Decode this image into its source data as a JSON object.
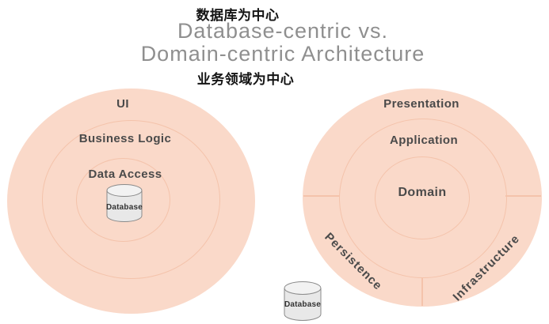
{
  "annotations": {
    "database_centric": "数据库为中心",
    "domain_centric": "业务领域为中心"
  },
  "title": {
    "line1": "Database-centric vs.",
    "line2": "Domain-centric Architecture"
  },
  "left_diagram": {
    "rings": [
      "UI",
      "Business Logic",
      "Data Access"
    ],
    "database_label": "Database"
  },
  "right_diagram": {
    "rings": [
      "Presentation",
      "Application",
      "Domain"
    ],
    "segments": [
      "Persistence",
      "Infrastructure"
    ],
    "database_label": "Database"
  },
  "colors": {
    "circle_fill": "#fad9c9",
    "ring_line": "#f4c3ab",
    "label_text": "#4a4a4a",
    "title_text": "#8f8f8f",
    "annotation_text": "#141414",
    "cylinder_fill": "#e8e8e8",
    "cylinder_top": "#f2f2f2",
    "cylinder_stroke": "#8a8a8a"
  }
}
